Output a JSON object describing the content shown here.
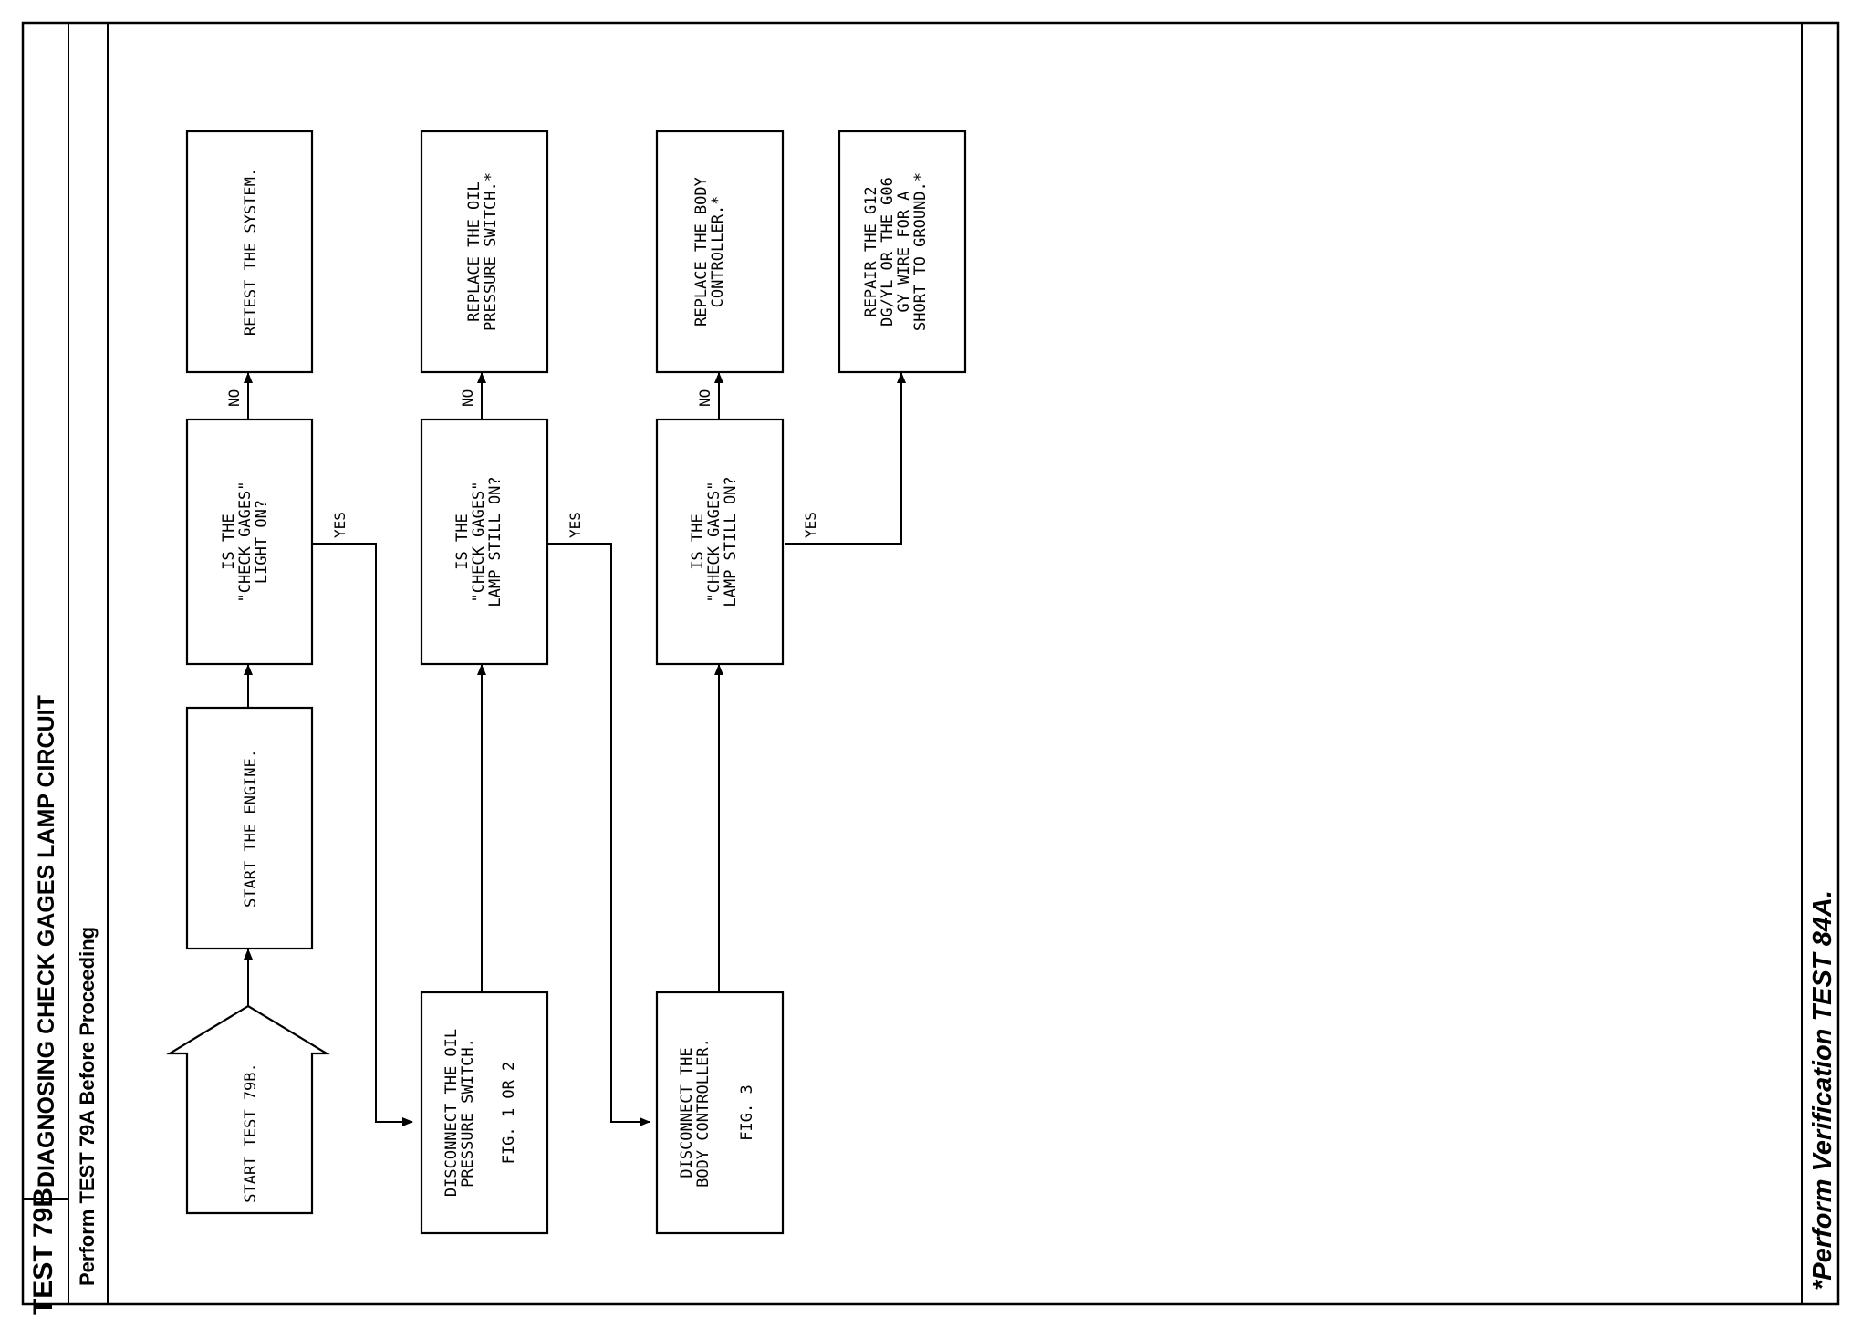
{
  "header": {
    "test_id": "TEST 79B",
    "title": "DIAGNOSING CHECK GAGES LAMP CIRCUIT",
    "subtitle": "Perform TEST 79A Before Proceeding"
  },
  "footer": {
    "note": "*Perform Verification TEST 84A."
  },
  "flowchart": {
    "start": "START TEST 79B.",
    "step_start_engine": "START THE ENGINE.",
    "q1": [
      "IS THE",
      "\"CHECK GAGES\"",
      "LIGHT ON?"
    ],
    "r1": "RETEST THE SYSTEM.",
    "step_disconnect_oil": [
      "DISCONNECT THE OIL",
      "PRESSURE SWITCH."
    ],
    "step_disconnect_oil_fig": "FIG. 1 OR 2",
    "q2": [
      "IS THE",
      "\"CHECK GAGES\"",
      "LAMP STILL ON?"
    ],
    "r2": [
      "REPLACE THE OIL",
      "PRESSURE SWITCH.*"
    ],
    "step_disconnect_body": [
      "DISCONNECT THE",
      "BODY CONTROLLER."
    ],
    "step_disconnect_body_fig": "FIG. 3",
    "q3": [
      "IS THE",
      "\"CHECK GAGES\"",
      "LAMP STILL ON?"
    ],
    "r3": [
      "REPLACE THE BODY",
      "CONTROLLER.*"
    ],
    "r4": [
      "REPAIR THE G12",
      "DG/YL OR THE G06",
      "GY WIRE FOR A",
      "SHORT TO GROUND.*"
    ],
    "yes_label": "YES",
    "no_label": "NO"
  }
}
